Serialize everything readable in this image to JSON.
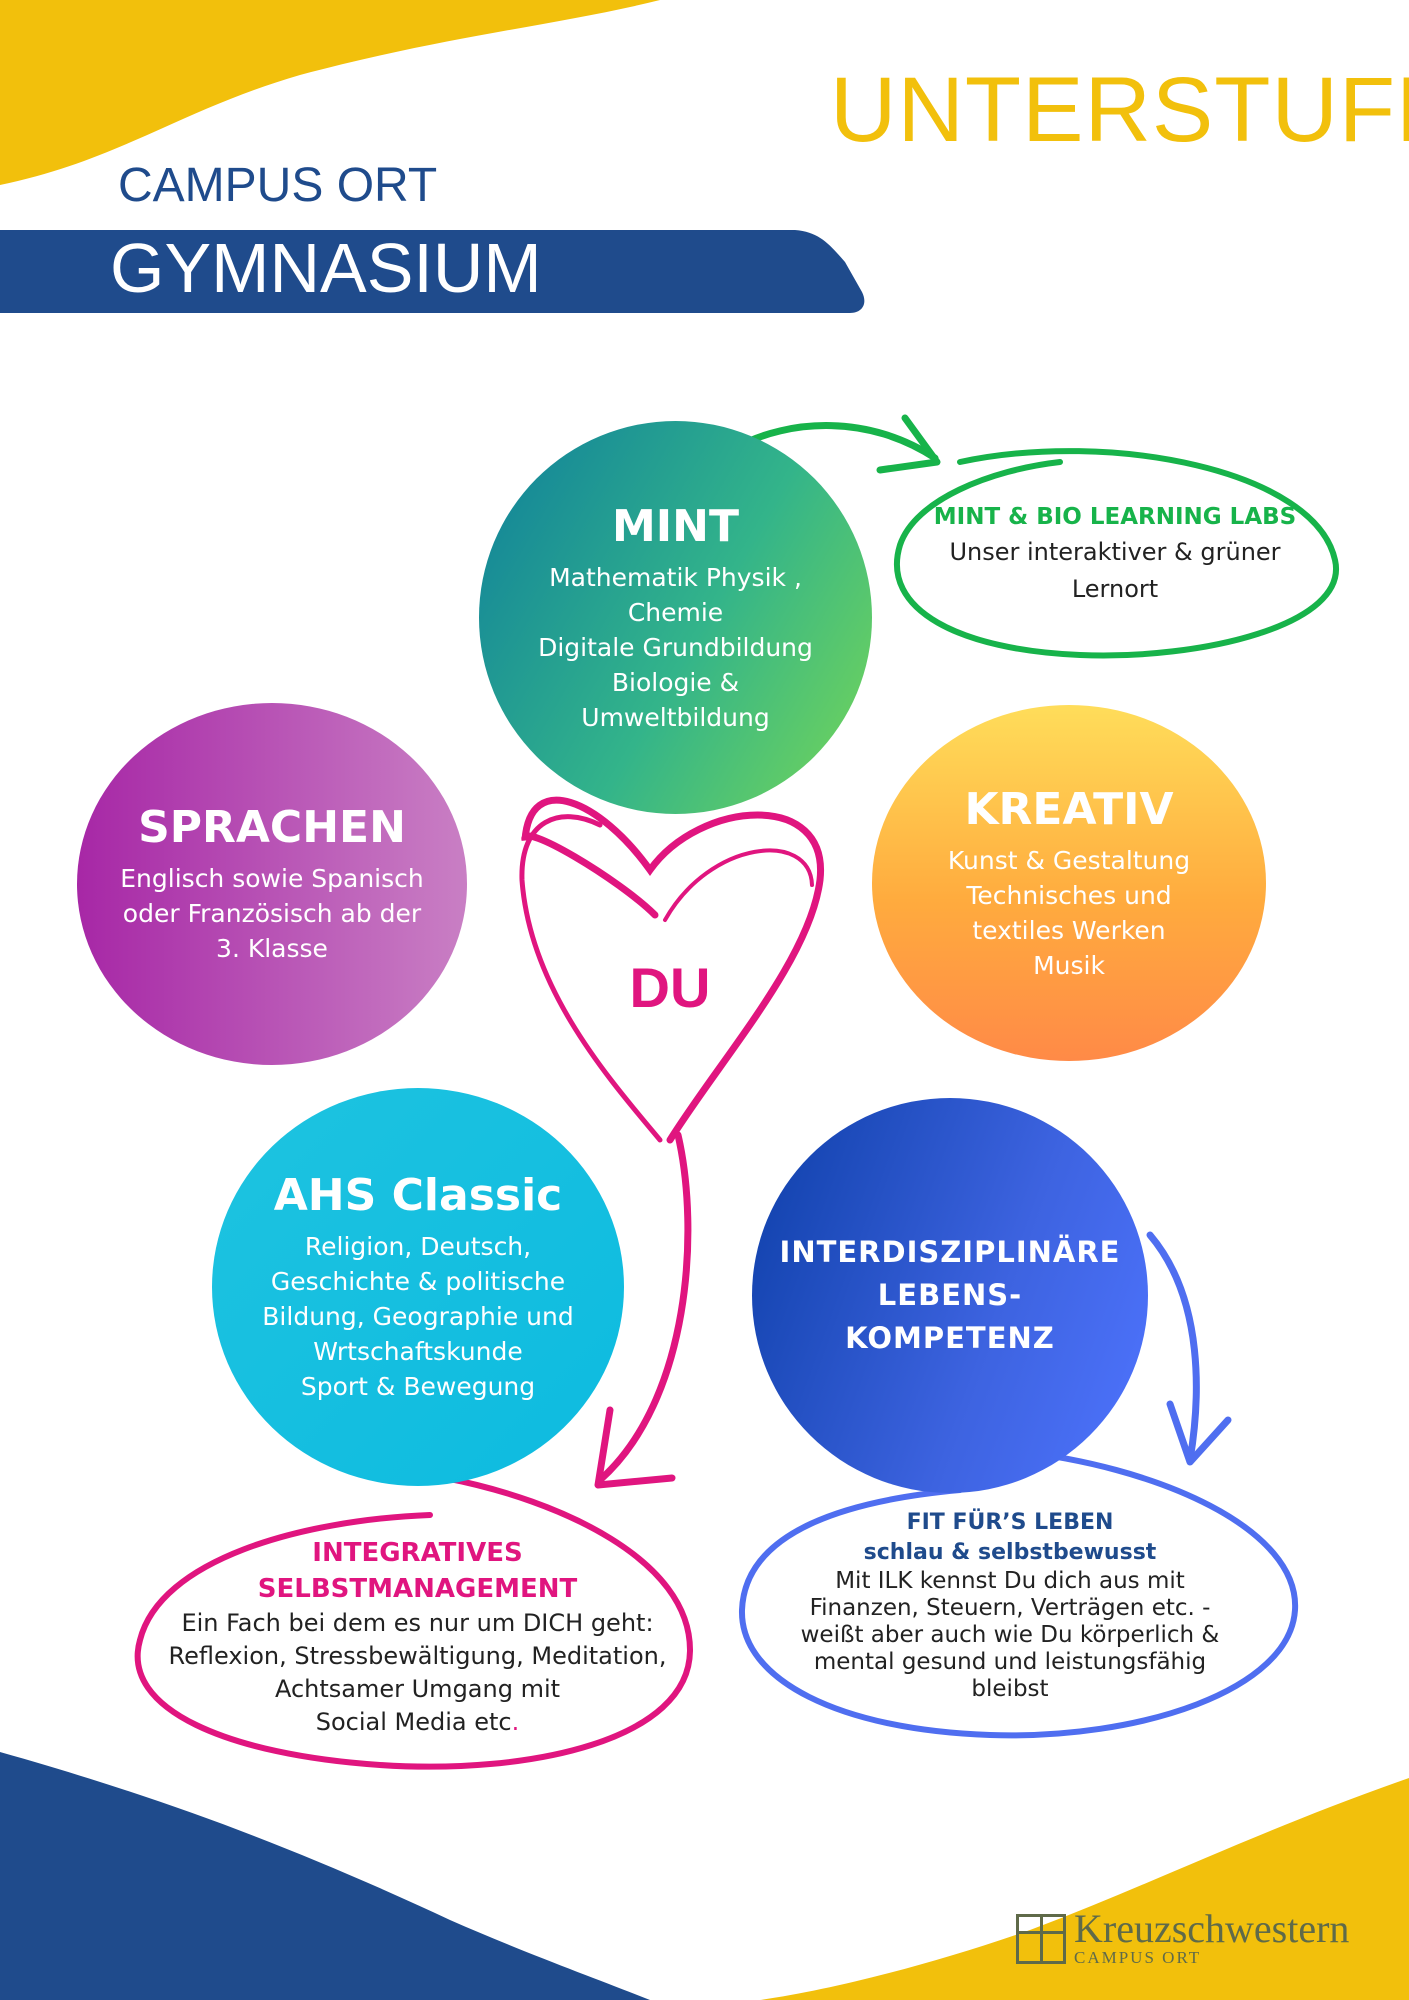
{
  "header": {
    "level": "UNTERSTUFE",
    "campus": "CAMPUS ORT",
    "school": "GYMNASIUM"
  },
  "colors": {
    "yellow": "#f2c00c",
    "navy": "#1f4b8c",
    "green": "#17b34a",
    "pink": "#e0157f",
    "blue": "#4f6ef0"
  },
  "center": {
    "label": "DU"
  },
  "circles": {
    "mint": {
      "title": "MINT",
      "lines": [
        "Mathematik Physik ,",
        "Chemie",
        "Digitale Grundbildung",
        "Biologie &",
        "Umweltbildung"
      ]
    },
    "sprachen": {
      "title": "SPRACHEN",
      "lines": [
        "Englisch sowie Spanisch",
        "oder Französisch ab der",
        "3. Klasse"
      ]
    },
    "kreativ": {
      "title": "KREATIV",
      "lines": [
        "Kunst & Gestaltung",
        "Technisches und",
        "textiles Werken",
        "Musik"
      ]
    },
    "ahs": {
      "title": "AHS Classic",
      "lines": [
        "Religion, Deutsch,",
        "Geschichte & politische",
        "Bildung, Geographie und",
        "Wrtschaftskunde",
        "Sport & Bewegung"
      ]
    },
    "inter": {
      "lines": [
        "INTERDISZIPLINÄRE",
        "LEBENS-",
        "KOMPETENZ"
      ]
    }
  },
  "callouts": {
    "labs": {
      "title": "MINT & BIO  LEARNING LABS",
      "lines": [
        "Unser interaktiver & grüner",
        "Lernort"
      ]
    },
    "selbst": {
      "title_lines": [
        "INTEGRATIVES",
        "SELBSTMANAGEMENT"
      ],
      "lines": [
        "Ein Fach bei dem es nur um  DICH geht:",
        "Reflexion, Stressbewältigung, Meditation,",
        "Achtsamer Umgang mit"
      ],
      "last_line": "Social Media etc",
      "last_dot": "."
    },
    "fit": {
      "title": "FIT FÜR’S LEBEN",
      "subtitle": "schlau & selbstbewusst",
      "lines": [
        "Mit ILK kennst Du dich aus mit",
        "Finanzen, Steuern, Verträgen etc. -",
        "weißt aber auch wie Du körperlich &",
        "mental gesund und leistungsfähig",
        "bleibst"
      ]
    }
  },
  "logo": {
    "name": "Kreuzschwestern",
    "sub": "CAMPUS ORT"
  }
}
